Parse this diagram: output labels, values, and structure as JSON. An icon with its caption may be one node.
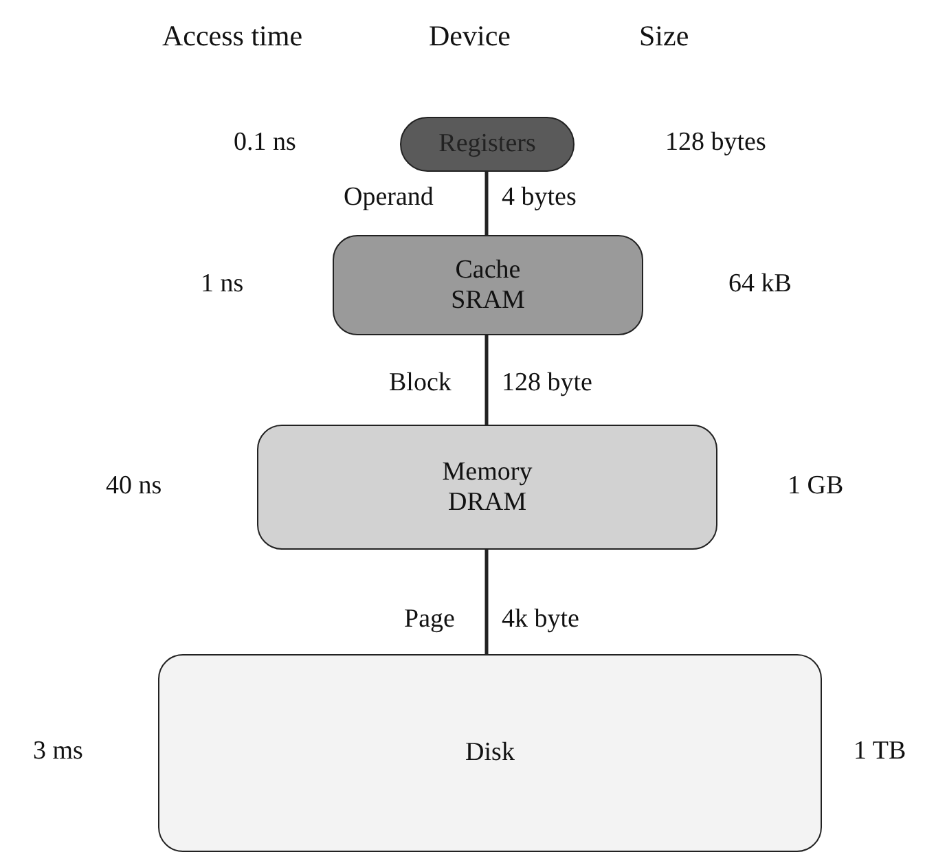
{
  "diagram": {
    "nodes": [
      {
        "text": [
          "Registers"
        ],
        "beside": [
          "0.1 ns",
          "128 bytes"
        ]
      },
      {
        "text": [
          "Cache SRAM"
        ],
        "beside": [
          "1 ns",
          "64 kB"
        ]
      },
      {
        "text": [
          "Memory DRAM"
        ],
        "beside": [
          "40 ns",
          "1 GB"
        ]
      },
      {
        "text": [
          "Disk"
        ],
        "beside": [
          "3 ms",
          "1 TB"
        ]
      }
    ],
    "edges": [
      {
        "from": 0,
        "to": 1,
        "arrow": "none"
      },
      {
        "from": 1,
        "to": 2,
        "arrow": "none"
      },
      {
        "from": 2,
        "to": 3,
        "arrow": "none"
      }
    ],
    "labels": [
      "Access time",
      "Device",
      "Size",
      "Operand",
      "4 bytes",
      "Block",
      "128 byte",
      "Page",
      "4k byte"
    ]
  }
}
